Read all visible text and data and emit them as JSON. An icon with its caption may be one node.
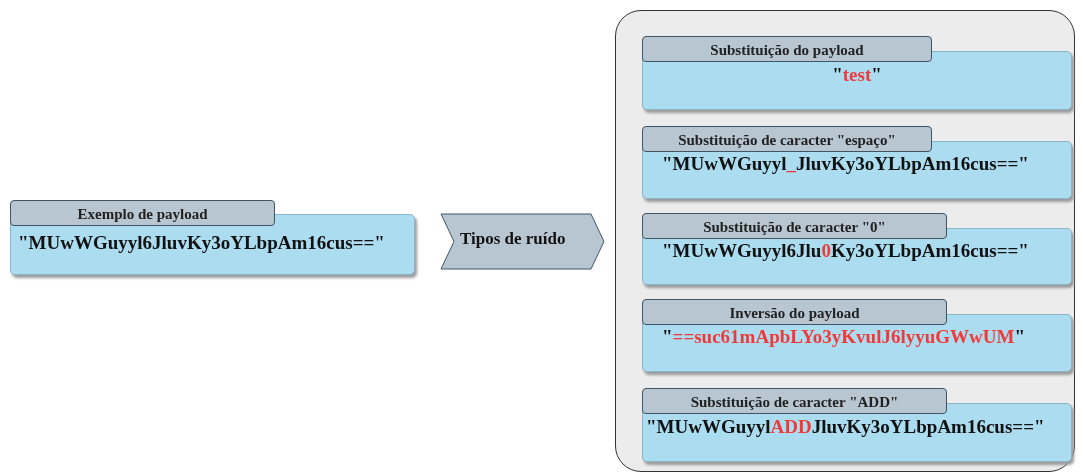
{
  "diagram": {
    "nodes": [
      {
        "text": [
          "Exemplo de payload",
          "\"MUwWGuyyl6JluvKy3oYLbpAm16cus==\""
        ]
      },
      {
        "text": [
          "Tipos de ruído"
        ]
      },
      {
        "text": [],
        "shape": "box"
      },
      {
        "text": [
          "Substituição do payload",
          "\"test\""
        ],
        "in": 2
      },
      {
        "text": [
          "Substituição de caracter \"espaço\"",
          "\"MUwWGuyyl_JluvKy3oYLbpAm16cus==\""
        ],
        "in": 2
      },
      {
        "text": [
          "Substituição de caracter \"0\"",
          "\"MUwWGuyyl6Jlu0Ky3oYLbpAm16cus==\""
        ],
        "in": 2
      },
      {
        "text": [
          "Inversão do payload",
          "\"==suc61mApbLYo3yKvulJ6lyyuGWwUM\""
        ],
        "in": 2
      },
      {
        "text": [
          "Substituição de caracter \"ADD\"",
          "\"MUwWGuyylADDJluvKy3oYLbpAm16cus==\""
        ],
        "in": 2
      }
    ],
    "edges": []
  }
}
